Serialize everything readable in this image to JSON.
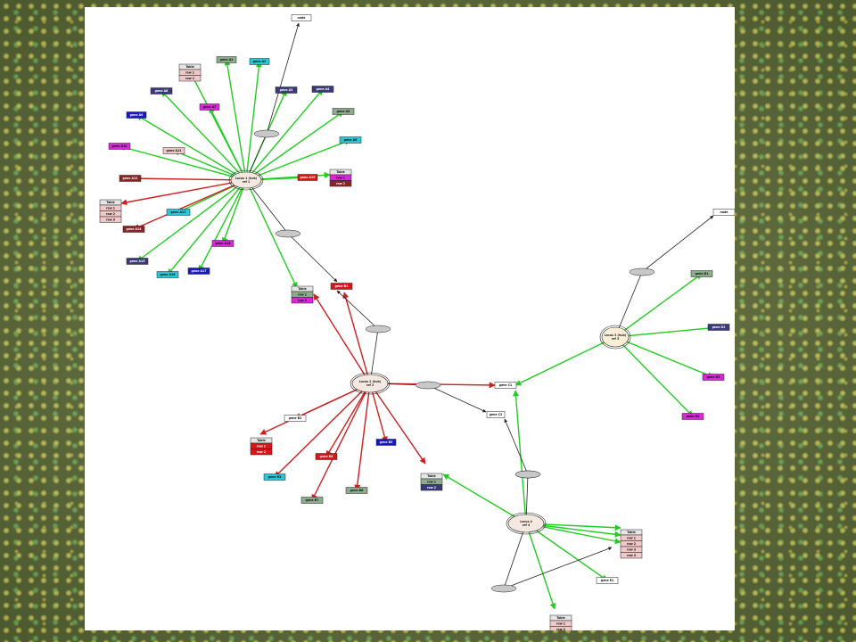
{
  "palette": {
    "gray": "#c8c8c8",
    "red": "#d81818",
    "darkred": "#8a2424",
    "magenta": "#d828d8",
    "cyan": "#28c8d8",
    "blue": "#1818c8",
    "navy": "#3a3a7a",
    "sage": "#8cac8c",
    "pink": "#f0c8c8",
    "white": "#ffffff",
    "hub": "#f4e8e0",
    "hub2": "#faeed6",
    "small": "#c8c8c8",
    "green_edge": "#22cc22",
    "red_edge": "#cc2020",
    "black_edge": "#222222"
  },
  "hubs": [
    {
      "id": "h1",
      "lines": [
        "Locus 1 (hub)",
        "ref 1"
      ]
    },
    {
      "id": "h2",
      "lines": [
        "Locus 2 (hub)",
        "ref 2"
      ]
    },
    {
      "id": "h3",
      "lines": [
        "Locus 3 (hub)",
        "ref 3"
      ]
    },
    {
      "id": "h4",
      "lines": [
        "Locus 4",
        "ref 4"
      ]
    }
  ],
  "small_nodes": [
    {
      "id": "s1"
    },
    {
      "id": "s2"
    },
    {
      "id": "s3"
    },
    {
      "id": "s4"
    },
    {
      "id": "s5"
    },
    {
      "id": "s6"
    },
    {
      "id": "s7"
    },
    {
      "id": "s8"
    }
  ],
  "boxes": [
    {
      "id": "b_top1",
      "text": "node",
      "color": "white"
    },
    {
      "id": "b_top2",
      "text": "node",
      "color": "white"
    },
    {
      "id": "b1",
      "text": "gene A1",
      "color": "sage"
    },
    {
      "id": "b2",
      "text": "gene A2",
      "color": "cyan"
    },
    {
      "id": "b3",
      "text": "gene A3",
      "color": "navy"
    },
    {
      "id": "b4",
      "text": "gene A4",
      "color": "navy"
    },
    {
      "id": "b5",
      "text": "gene A5",
      "color": "sage"
    },
    {
      "id": "b6",
      "text": "gene A6",
      "color": "cyan"
    },
    {
      "id": "b7",
      "text": "gene A7",
      "color": "magenta"
    },
    {
      "id": "b8",
      "text": "gene A8",
      "color": "navy"
    },
    {
      "id": "b9",
      "text": "gene A9",
      "color": "blue"
    },
    {
      "id": "b10",
      "text": "gene A10",
      "color": "magenta"
    },
    {
      "id": "b11",
      "text": "gene A11",
      "color": "pink"
    },
    {
      "id": "b12",
      "text": "gene A12",
      "color": "darkred"
    },
    {
      "id": "b13",
      "text": "gene A13",
      "color": "cyan"
    },
    {
      "id": "b14",
      "text": "gene A14",
      "color": "darkred"
    },
    {
      "id": "b15",
      "text": "gene A15",
      "color": "navy"
    },
    {
      "id": "b16",
      "text": "gene A16",
      "color": "cyan"
    },
    {
      "id": "b17",
      "text": "gene A17",
      "color": "blue"
    },
    {
      "id": "b18",
      "text": "gene A18",
      "color": "magenta"
    },
    {
      "id": "b19",
      "text": "gene A19",
      "color": "red"
    },
    {
      "id": "b20",
      "text": "gene B1",
      "color": "red"
    },
    {
      "id": "b21",
      "text": "gene B2",
      "color": "white"
    },
    {
      "id": "b22",
      "text": "gene B3",
      "color": "cyan"
    },
    {
      "id": "b23",
      "text": "gene B4",
      "color": "red"
    },
    {
      "id": "b24",
      "text": "gene B5",
      "color": "blue"
    },
    {
      "id": "b25",
      "text": "gene B6",
      "color": "sage"
    },
    {
      "id": "b26",
      "text": "gene B7",
      "color": "sage"
    },
    {
      "id": "b27",
      "text": "gene C1",
      "color": "white"
    },
    {
      "id": "b28",
      "text": "gene C2",
      "color": "white"
    },
    {
      "id": "b29",
      "text": "gene D1",
      "color": "sage"
    },
    {
      "id": "b30",
      "text": "gene D2",
      "color": "navy"
    },
    {
      "id": "b31",
      "text": "gene D3",
      "color": "magenta"
    },
    {
      "id": "b32",
      "text": "gene D4",
      "color": "magenta"
    },
    {
      "id": "b33",
      "text": "gene E1",
      "color": "white"
    }
  ],
  "tables": [
    {
      "id": "t1",
      "title": "Table",
      "rows": [
        {
          "text": "row 1",
          "color": "pink"
        },
        {
          "text": "row 2",
          "color": "pink"
        }
      ]
    },
    {
      "id": "t2",
      "title": "Table",
      "rows": [
        {
          "text": "row 1",
          "color": "magenta"
        },
        {
          "text": "row 2",
          "color": "darkred"
        }
      ]
    },
    {
      "id": "t3",
      "title": "Table",
      "rows": [
        {
          "text": "row 1",
          "color": "pink"
        },
        {
          "text": "row 2",
          "color": "pink"
        },
        {
          "text": "row 3",
          "color": "pink"
        }
      ]
    },
    {
      "id": "t4",
      "title": "Table",
      "rows": [
        {
          "text": "row 1",
          "color": "sage"
        },
        {
          "text": "row 2",
          "color": "magenta"
        }
      ]
    },
    {
      "id": "t5",
      "title": "Table",
      "rows": [
        {
          "text": "row 1",
          "color": "red"
        },
        {
          "text": "row 2",
          "color": "red"
        }
      ]
    },
    {
      "id": "t6",
      "title": "Table",
      "rows": [
        {
          "text": "row 1",
          "color": "sage"
        },
        {
          "text": "row 2",
          "color": "navy"
        }
      ]
    },
    {
      "id": "t7",
      "title": "Table",
      "rows": [
        {
          "text": "row 1",
          "color": "pink"
        },
        {
          "text": "row 2",
          "color": "pink"
        },
        {
          "text": "row 3",
          "color": "pink"
        },
        {
          "text": "row 4",
          "color": "pink"
        }
      ]
    },
    {
      "id": "t8",
      "title": "Table",
      "rows": [
        {
          "text": "row 1",
          "color": "pink"
        },
        {
          "text": "row 2",
          "color": "pink"
        }
      ]
    }
  ]
}
